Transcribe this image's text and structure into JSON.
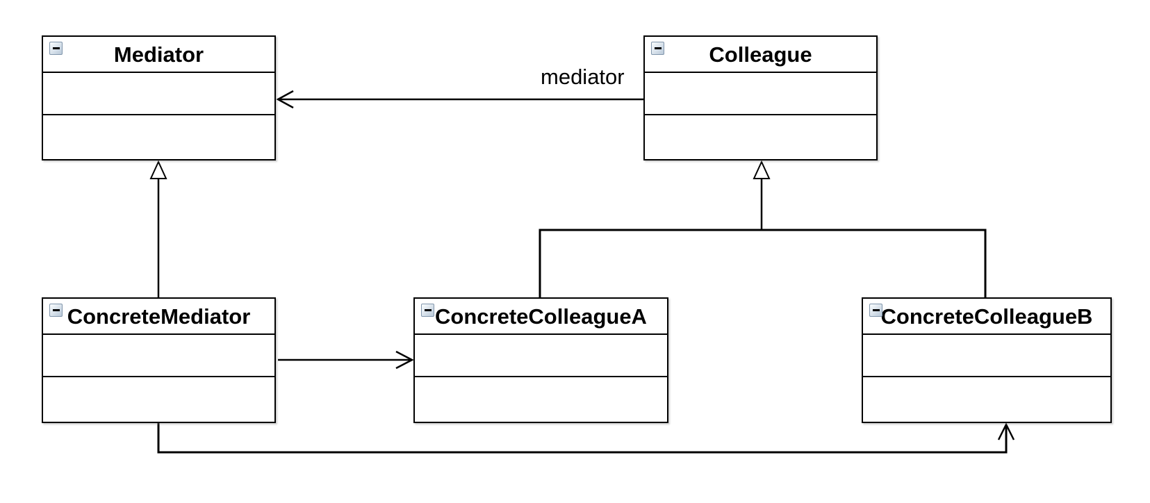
{
  "diagram": {
    "background_color": "#ffffff",
    "stroke_color": "#000000",
    "association_label": "mediator",
    "classes": [
      {
        "name": "Mediator",
        "collapse_icon": "minus-icon",
        "attributes": [],
        "operations": []
      },
      {
        "name": "Colleague",
        "collapse_icon": "minus-icon",
        "attributes": [],
        "operations": []
      },
      {
        "name": "ConcreteMediator",
        "collapse_icon": "minus-icon",
        "attributes": [],
        "operations": []
      },
      {
        "name": "ConcreteColleagueA",
        "collapse_icon": "minus-icon",
        "attributes": [],
        "operations": []
      },
      {
        "name": "ConcreteColleagueB",
        "collapse_icon": "minus-icon",
        "attributes": [],
        "operations": []
      }
    ],
    "relationships": [
      {
        "type": "association",
        "from": "Colleague",
        "to": "Mediator",
        "label": "mediator",
        "arrow": "open"
      },
      {
        "type": "generalization",
        "from": "ConcreteMediator",
        "to": "Mediator",
        "label": "",
        "arrow": "hollow-triangle"
      },
      {
        "type": "generalization",
        "from": "ConcreteColleagueA",
        "to": "Colleague",
        "label": "",
        "arrow": "hollow-triangle"
      },
      {
        "type": "generalization",
        "from": "ConcreteColleagueB",
        "to": "Colleague",
        "label": "",
        "arrow": "hollow-triangle"
      },
      {
        "type": "association",
        "from": "ConcreteMediator",
        "to": "ConcreteColleagueA",
        "label": "",
        "arrow": "open"
      },
      {
        "type": "association",
        "from": "ConcreteMediator",
        "to": "ConcreteColleagueB",
        "label": "",
        "arrow": "open"
      }
    ]
  }
}
